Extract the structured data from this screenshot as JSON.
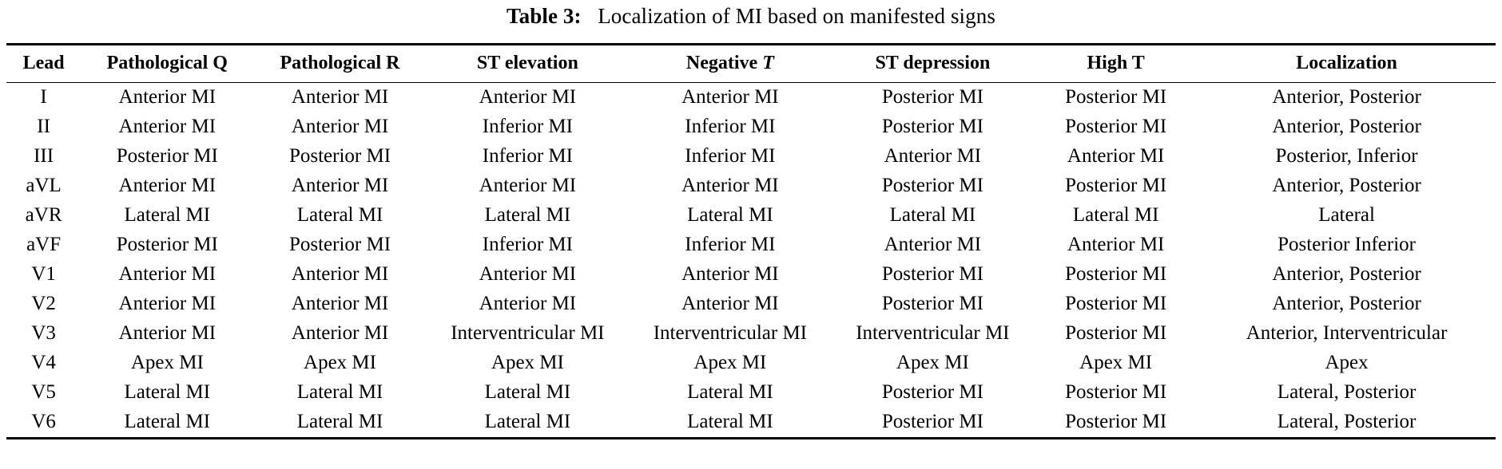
{
  "caption": {
    "label": "Table 3:",
    "text": "Localization of MI based on manifested signs"
  },
  "table": {
    "columns": [
      {
        "key": "lead",
        "label": "Lead"
      },
      {
        "key": "pq",
        "label": "Pathological Q"
      },
      {
        "key": "pr",
        "label": "Pathological R"
      },
      {
        "key": "ste",
        "label": "ST elevation"
      },
      {
        "key": "negt",
        "label": "Negative",
        "italic_suffix": "T"
      },
      {
        "key": "std",
        "label": "ST depression"
      },
      {
        "key": "hight",
        "label": "High T"
      },
      {
        "key": "loc",
        "label": "Localization"
      }
    ],
    "rows": [
      {
        "lead": "I",
        "pq": "Anterior MI",
        "pr": "Anterior MI",
        "ste": "Anterior MI",
        "negt": "Anterior MI",
        "std": "Posterior MI",
        "hight": "Posterior MI",
        "loc": "Anterior, Posterior"
      },
      {
        "lead": "II",
        "pq": "Anterior MI",
        "pr": "Anterior MI",
        "ste": "Inferior MI",
        "negt": "Inferior MI",
        "std": "Posterior MI",
        "hight": "Posterior MI",
        "loc": "Anterior, Posterior"
      },
      {
        "lead": "III",
        "pq": "Posterior MI",
        "pr": "Posterior MI",
        "ste": "Inferior MI",
        "negt": "Inferior MI",
        "std": "Anterior MI",
        "hight": "Anterior MI",
        "loc": "Posterior, Inferior"
      },
      {
        "lead": "aVL",
        "pq": "Anterior MI",
        "pr": "Anterior MI",
        "ste": "Anterior MI",
        "negt": "Anterior MI",
        "std": "Posterior MI",
        "hight": "Posterior MI",
        "loc": "Anterior, Posterior"
      },
      {
        "lead": "aVR",
        "pq": "Lateral MI",
        "pr": "Lateral MI",
        "ste": "Lateral MI",
        "negt": "Lateral MI",
        "std": "Lateral MI",
        "hight": "Lateral MI",
        "loc": "Lateral"
      },
      {
        "lead": "aVF",
        "pq": "Posterior MI",
        "pr": "Posterior MI",
        "ste": "Inferior MI",
        "negt": "Inferior MI",
        "std": "Anterior MI",
        "hight": "Anterior MI",
        "loc": "Posterior Inferior"
      },
      {
        "lead": "V1",
        "pq": "Anterior MI",
        "pr": "Anterior MI",
        "ste": "Anterior MI",
        "negt": "Anterior MI",
        "std": "Posterior MI",
        "hight": "Posterior MI",
        "loc": "Anterior, Posterior"
      },
      {
        "lead": "V2",
        "pq": "Anterior MI",
        "pr": "Anterior MI",
        "ste": "Anterior MI",
        "negt": "Anterior MI",
        "std": "Posterior MI",
        "hight": "Posterior MI",
        "loc": "Anterior, Posterior"
      },
      {
        "lead": "V3",
        "pq": "Anterior MI",
        "pr": "Anterior MI",
        "ste": "Interventricular MI",
        "negt": "Interventricular MI",
        "std": "Interventricular MI",
        "hight": "Posterior MI",
        "loc": "Anterior, Interventricular"
      },
      {
        "lead": "V4",
        "pq": "Apex MI",
        "pr": "Apex MI",
        "ste": "Apex MI",
        "negt": "Apex MI",
        "std": "Apex MI",
        "hight": "Apex MI",
        "loc": "Apex"
      },
      {
        "lead": "V5",
        "pq": "Lateral MI",
        "pr": "Lateral MI",
        "ste": "Lateral MI",
        "negt": "Lateral MI",
        "std": "Posterior MI",
        "hight": "Posterior MI",
        "loc": "Lateral, Posterior"
      },
      {
        "lead": "V6",
        "pq": "Lateral MI",
        "pr": "Lateral MI",
        "ste": "Lateral MI",
        "negt": "Lateral MI",
        "std": "Posterior MI",
        "hight": "Posterior MI",
        "loc": "Lateral, Posterior"
      }
    ]
  }
}
